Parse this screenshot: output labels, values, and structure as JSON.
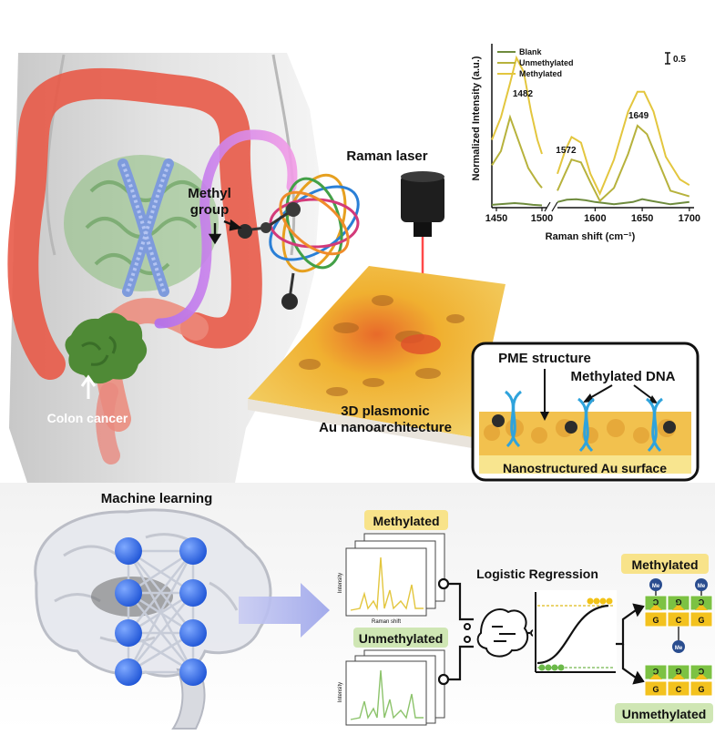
{
  "top_panel": {
    "methyl_group": [
      "Methyl",
      "group"
    ],
    "colon_cancer": "Colon cancer",
    "raman_laser": "Raman laser",
    "substrate": [
      "3D plasmonic",
      "Au nanoarchitecture"
    ],
    "inset": {
      "pme": "PME structure",
      "methylated_dna": "Methylated DNA",
      "surface": "Nanostructured Au surface"
    }
  },
  "chart_data": {
    "type": "line",
    "ylabel": "Normalized Intensity (a.u.)",
    "xlabel": "Raman shift (cm⁻¹)",
    "x_ticks": [
      "1450",
      "1500",
      "1600",
      "1650",
      "1700"
    ],
    "x_broken_axis": true,
    "scale_bar": "0.5",
    "legend": [
      "Blank",
      "Unmethylated",
      "Methylated"
    ],
    "legend_position": "top-left",
    "series_colors": [
      "#6e8b3d",
      "#b7b23c",
      "#e3c63e"
    ],
    "peak_labels": [
      {
        "label": "1482",
        "x": 1482
      },
      {
        "label": "1572",
        "x": 1572
      },
      {
        "label": "1649",
        "x": 1649
      }
    ],
    "series": [
      {
        "name": "Blank",
        "segment1": {
          "x": [
            1445,
            1460,
            1470,
            1480,
            1490,
            1500
          ],
          "y": [
            0.05,
            0.07,
            0.08,
            0.07,
            0.05,
            0.04
          ]
        },
        "segment2": {
          "x": [
            1560,
            1570,
            1580,
            1590,
            1600,
            1620,
            1640,
            1650,
            1660,
            1680,
            1700
          ],
          "y": [
            0.1,
            0.14,
            0.15,
            0.13,
            0.1,
            0.06,
            0.1,
            0.15,
            0.12,
            0.06,
            0.1
          ]
        }
      },
      {
        "name": "Unmethylated",
        "segment1": {
          "x": [
            1445,
            1455,
            1465,
            1475,
            1485,
            1495,
            1500
          ],
          "y": [
            0.75,
            1.0,
            1.6,
            1.15,
            0.7,
            0.45,
            0.35
          ]
        },
        "segment2": {
          "x": [
            1560,
            1568,
            1575,
            1585,
            1595,
            1605,
            1620,
            1635,
            1645,
            1655,
            1665,
            1680,
            1700
          ],
          "y": [
            0.3,
            0.6,
            0.85,
            0.8,
            0.45,
            0.12,
            0.35,
            0.95,
            1.45,
            1.3,
            0.9,
            0.3,
            0.2
          ]
        }
      },
      {
        "name": "Methylated",
        "segment1": {
          "x": [
            1445,
            1455,
            1465,
            1472,
            1480,
            1488,
            1495,
            1500
          ],
          "y": [
            1.2,
            1.6,
            2.2,
            2.65,
            2.4,
            1.7,
            1.2,
            0.95
          ]
        },
        "segment2": {
          "x": [
            1560,
            1568,
            1575,
            1585,
            1595,
            1605,
            1620,
            1635,
            1645,
            1652,
            1662,
            1675,
            1690,
            1700
          ],
          "y": [
            0.6,
            1.0,
            1.25,
            1.15,
            0.6,
            0.25,
            0.85,
            1.7,
            2.05,
            2.05,
            1.7,
            0.9,
            0.5,
            0.4
          ]
        }
      }
    ]
  },
  "bottom_panel": {
    "machine_learning": "Machine learning",
    "methylated": "Methylated",
    "unmethylated": "Unmethylated",
    "logistic_regression": "Logistic Regression",
    "intensity": "Intensity",
    "raman_shift": "Raman shift",
    "me": "Me",
    "bases_top": [
      "C",
      "G",
      "C"
    ],
    "bases_bottom": [
      "G",
      "C",
      "G"
    ],
    "colors": {
      "methylated_tag": "#f8e38a",
      "unmethylated_tag": "#cfe6b4",
      "node": "#2f6ee8"
    }
  }
}
